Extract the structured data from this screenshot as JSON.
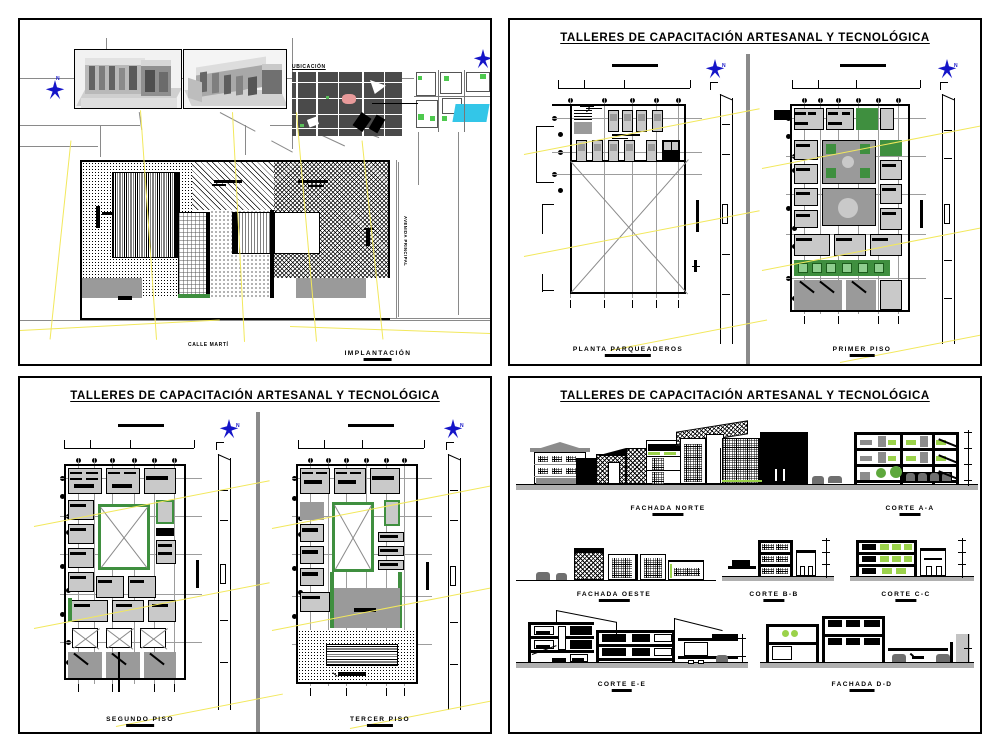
{
  "sheet": {
    "project_title": "TALLERES DE CAPACITACIÓN ARTESANAL Y TECNOLÓGICA",
    "background": "#ffffff",
    "north_label": "N",
    "accent_blue": "#1515c8",
    "accent_green": "#9bd24a",
    "accent_cyan": "#33c6e8",
    "accent_yellow": "#f0e34d"
  },
  "quadrants": [
    {
      "id": "top-left",
      "title": "",
      "has_title": false
    },
    {
      "id": "top-right",
      "title": "TALLERES DE CAPACITACIÓN ARTESANAL Y TECNOLÓGICA",
      "has_title": true
    },
    {
      "id": "bottom-left",
      "title": "TALLERES DE CAPACITACIÓN ARTESANAL Y TECNOLÓGICA",
      "has_title": true
    },
    {
      "id": "bottom-right",
      "title": "TALLERES DE CAPACITACIÓN ARTESANAL Y TECNOLÓGICA",
      "has_title": true
    }
  ],
  "top_left": {
    "ubicacion_label": "UBICACIÓN",
    "site_plan_label": "IMPLANTACIÓN",
    "street_label": "CALLE MARTÍ",
    "street_vertical_label": "AVENIDA PRINCIPAL",
    "renders": [
      {
        "name": "render-aerial-1"
      },
      {
        "name": "render-aerial-2"
      }
    ],
    "maps": [
      {
        "name": "location-map-dark"
      },
      {
        "name": "location-map-cadastral"
      }
    ]
  },
  "top_right": {
    "drawings": [
      {
        "name": "planta-parqueaderos",
        "label": "PLANTA PARQUEADEROS"
      },
      {
        "name": "primer-piso",
        "label": "PRIMER PISO"
      }
    ]
  },
  "bottom_left": {
    "drawings": [
      {
        "name": "segundo-piso",
        "label": "SEGUNDO PISO"
      },
      {
        "name": "tercer-piso",
        "label": "TERCER PISO"
      }
    ]
  },
  "bottom_right": {
    "drawings": [
      {
        "name": "fachada-norte",
        "label": "FACHADA NORTE"
      },
      {
        "name": "corte-a-a",
        "label": "CORTE A-A"
      },
      {
        "name": "fachada-oeste",
        "label": "FACHADA OESTE"
      },
      {
        "name": "corte-b-b",
        "label": "CORTE B-B"
      },
      {
        "name": "corte-c-c",
        "label": "CORTE C-C"
      },
      {
        "name": "corte-e-e",
        "label": "CORTE E-E"
      },
      {
        "name": "fachada-d-d",
        "label": "FACHADA D-D"
      }
    ]
  }
}
